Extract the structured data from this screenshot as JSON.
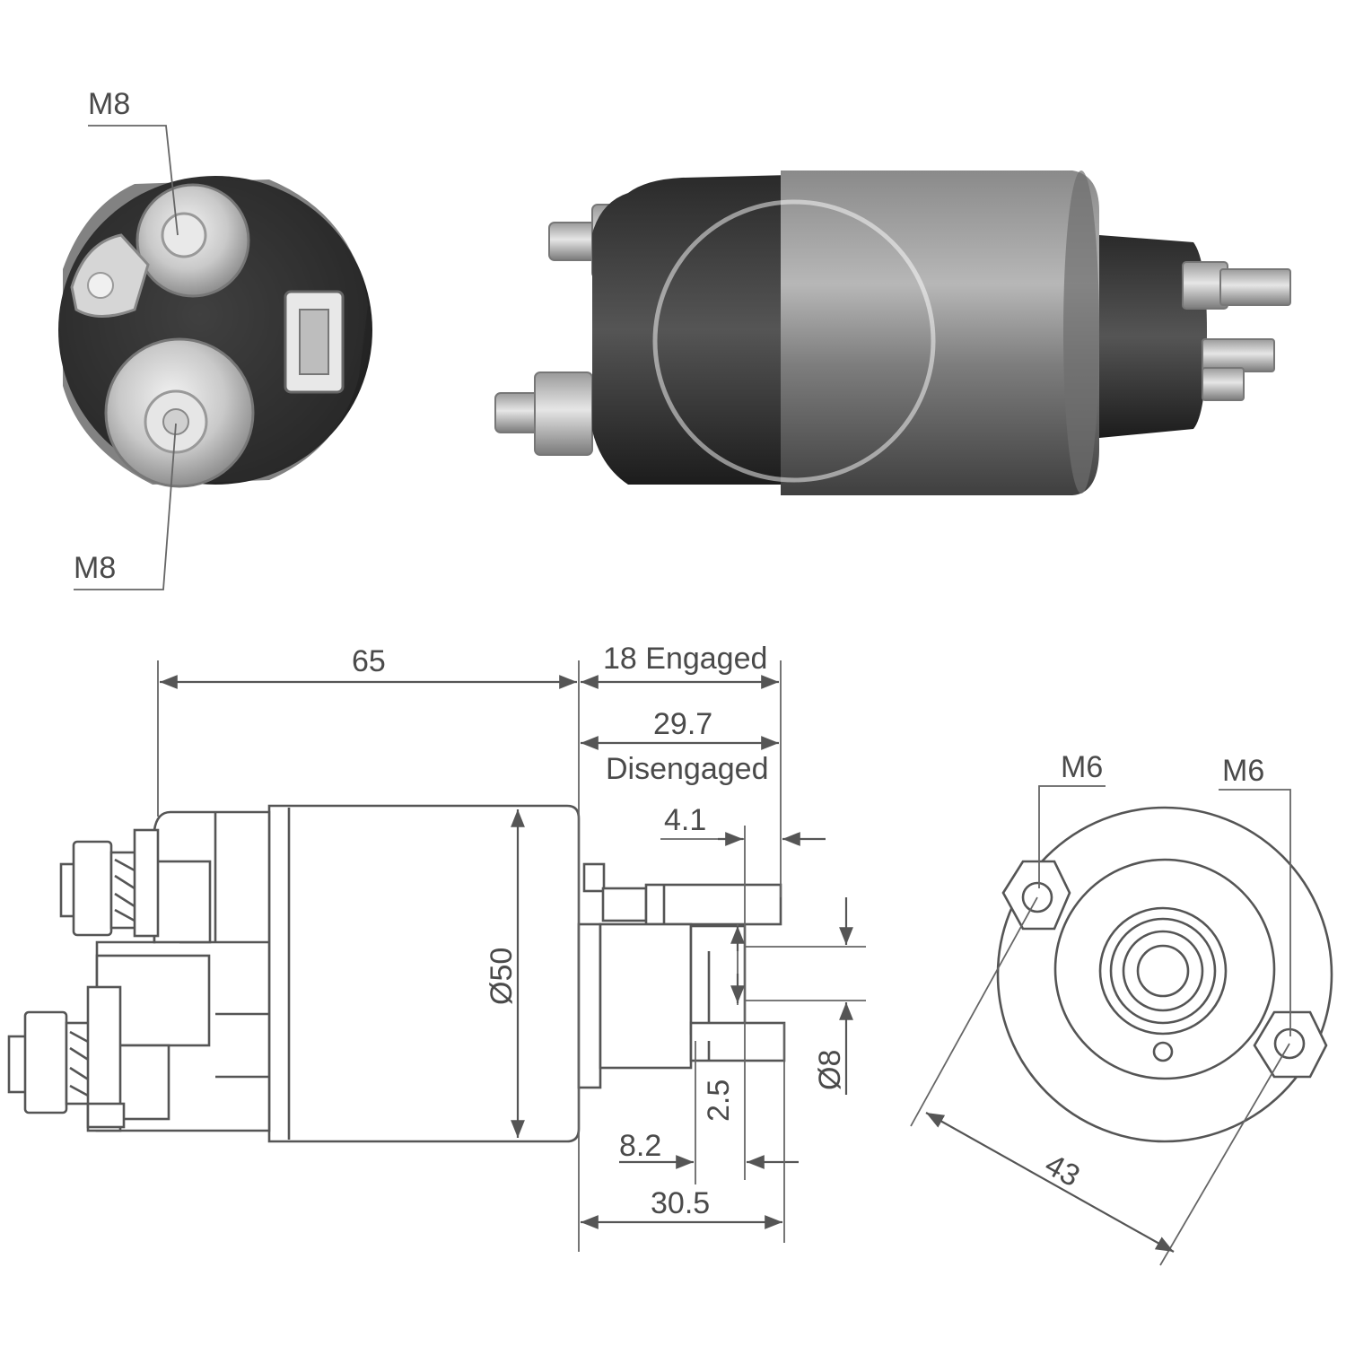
{
  "photo_labels": {
    "top_terminal": "M8",
    "bottom_terminal": "M8"
  },
  "dimensions": {
    "overall_length": "65",
    "stroke_engaged": "18 Engaged",
    "stroke_disengaged_value": "29.7",
    "stroke_disengaged_label": "Disengaged",
    "offset": "4.1",
    "diameter": "Ø50",
    "pin_gap": "2.5",
    "pin_diameter": "Ø8",
    "flange_offset": "8.2",
    "plunger_length": "30.5",
    "mount_spacing": "43",
    "mount_left": "M6",
    "mount_right": "M6"
  },
  "colors": {
    "line": "#555555",
    "text": "#4a4a4a",
    "photo_dark": "#2b2b2b",
    "photo_mid": "#7a7a7a",
    "photo_light": "#c8c8c8"
  }
}
